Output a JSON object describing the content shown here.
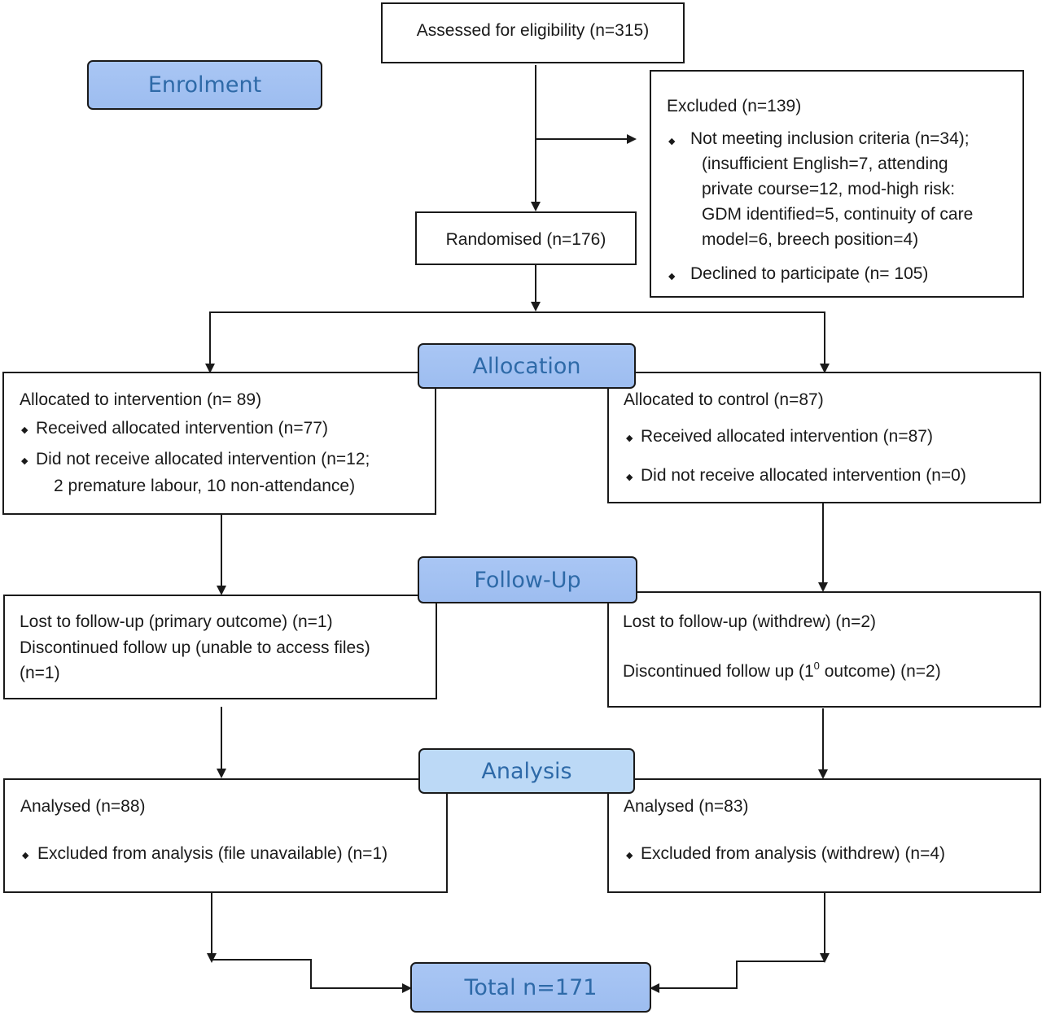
{
  "stages": {
    "enrolment": "Enrolment",
    "allocation": "Allocation",
    "follow_up": "Follow-Up",
    "analysis": "Analysis",
    "total": "Total n=171"
  },
  "assessed": "Assessed for eligibility (n=315)",
  "excluded": {
    "title": "Excluded  (n=139)",
    "bullet1_lines": [
      "Not meeting inclusion criteria (n=34);",
      "(insufficient English=7, attending",
      "private course=12, mod-high risk:",
      "GDM identified=5, continuity of care",
      "model=6, breech position=4)"
    ],
    "bullet2": "Declined to participate (n= 105)"
  },
  "randomised": "Randomised (n=176)",
  "intervention_alloc": {
    "title": "Allocated to intervention (n= 89)",
    "bullet1": "Received allocated intervention (n=77)",
    "bullet2_lines": [
      "Did not receive allocated intervention (n=12;",
      "2 premature labour, 10 non-attendance)"
    ]
  },
  "control_alloc": {
    "title": "Allocated to control (n=87)",
    "bullet1": "Received allocated intervention (n=87)",
    "bullet2": "Did not receive allocated intervention (n=0)"
  },
  "intervention_followup": {
    "line1": "Lost to follow-up (primary outcome) (n=1)",
    "line2": "Discontinued follow up (unable to access files)",
    "line3": "(n=1)"
  },
  "control_followup": {
    "line1": "Lost to follow-up (withdrew) (n=2)",
    "line2_pre": "Discontinued follow up (1",
    "line2_sup": "0",
    "line2_post": " outcome) (n=2)"
  },
  "intervention_analysis": {
    "title": "Analysed (n=88)",
    "bullet1": "Excluded from analysis (file unavailable) (n=1)"
  },
  "control_analysis": {
    "title": "Analysed  (n=83)",
    "bullet1": "Excluded from analysis (withdrew) (n=4)"
  },
  "bullet_glyph": "◆"
}
